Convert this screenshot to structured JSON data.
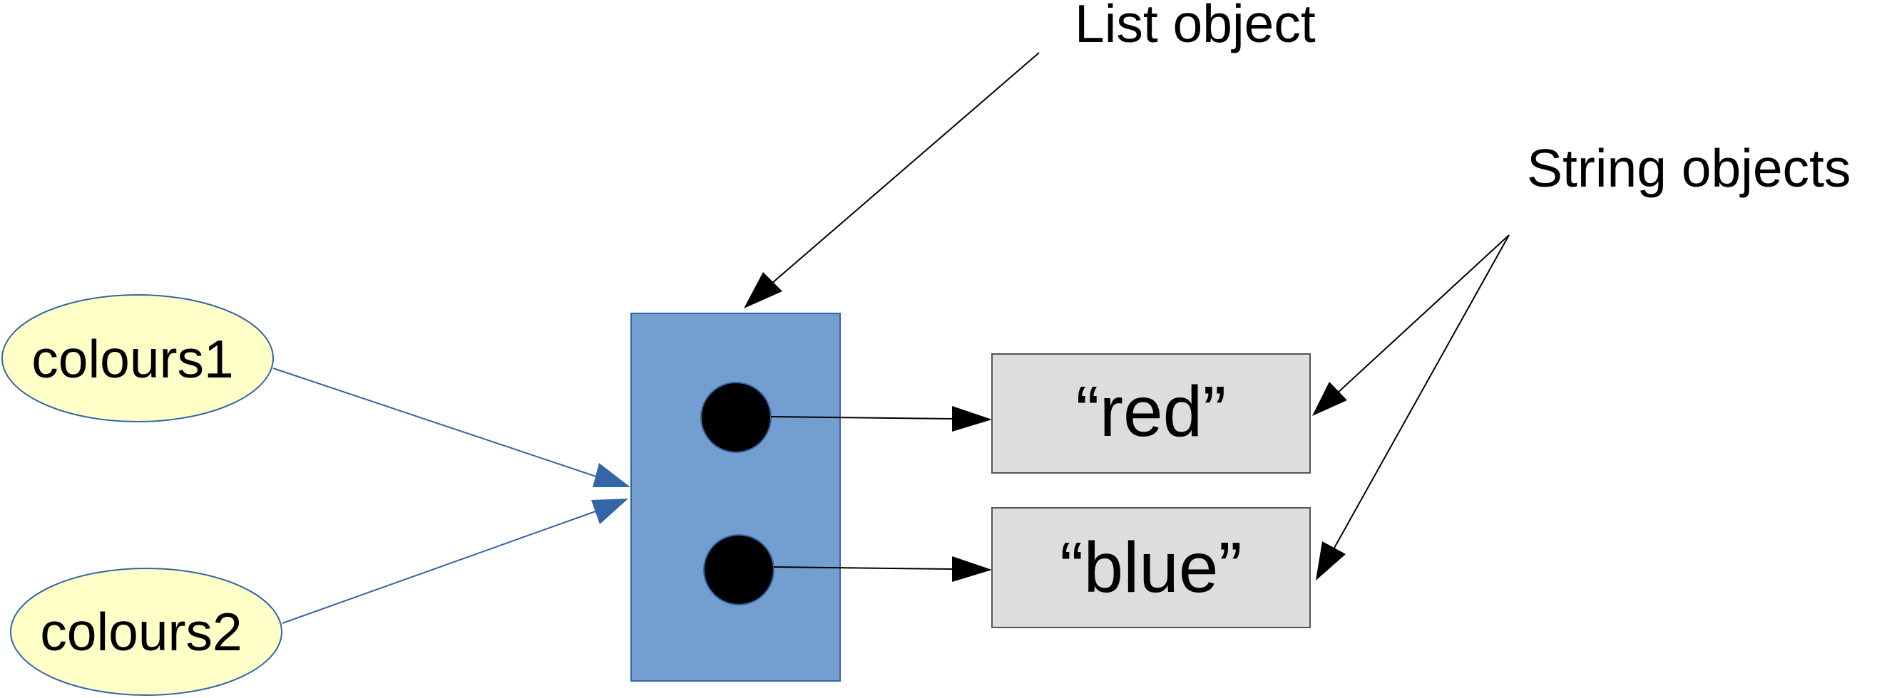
{
  "variables": [
    {
      "name": "colours1"
    },
    {
      "name": "colours2"
    }
  ],
  "list_object": {
    "label": "List object"
  },
  "string_objects": {
    "label": "String objects",
    "items": [
      {
        "value": "“red”"
      },
      {
        "value": "“blue”"
      }
    ]
  },
  "colors": {
    "variable_fill": "#ffffc8",
    "variable_stroke": "#3465a4",
    "list_fill": "#729fcf",
    "list_stroke": "#3465a4",
    "string_fill": "#dddddd",
    "string_stroke": "#555555",
    "reference_arrow": "#3465a4",
    "pointer_arrow": "#000000",
    "slot_dot": "#000000"
  }
}
